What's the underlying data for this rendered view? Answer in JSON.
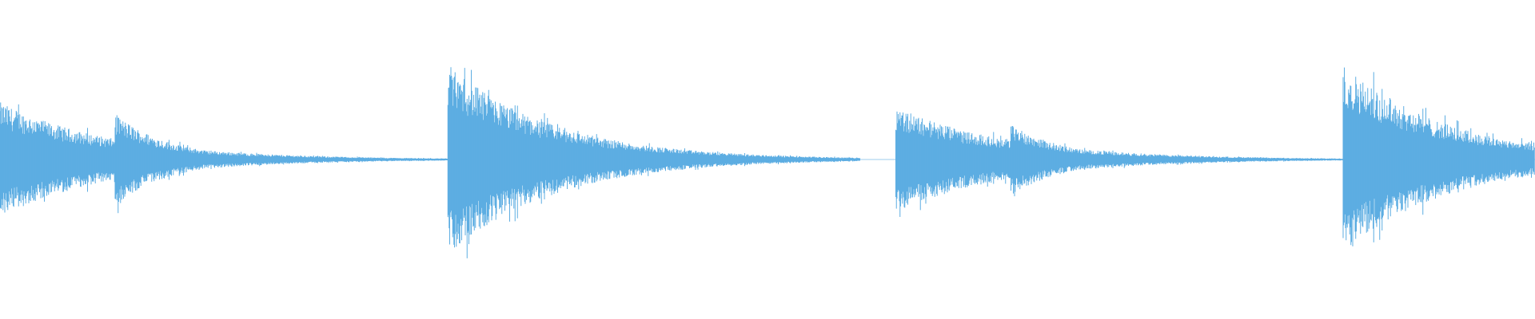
{
  "waveform": {
    "color": "#5DADE2",
    "background": "#FFFFFF",
    "duration_s": 24,
    "amplitude_range": [
      -1,
      1
    ],
    "onsets": [
      {
        "time_s": 0.0,
        "peak": 0.45,
        "decay_s": 7.0,
        "density": 1.0
      },
      {
        "time_s": 1.8,
        "peak": 0.36,
        "decay_s": 3.5,
        "density": 1.0
      },
      {
        "time_s": 7.0,
        "peak": 0.75,
        "decay_s": 6.5,
        "density": 1.0
      },
      {
        "time_s": 8.8,
        "peak": 0.26,
        "decay_s": 3.0,
        "density": 1.0
      },
      {
        "time_s": 14.0,
        "peak": 0.42,
        "decay_s": 7.0,
        "density": 1.0
      },
      {
        "time_s": 15.8,
        "peak": 0.28,
        "decay_s": 3.5,
        "density": 1.0
      },
      {
        "time_s": 21.0,
        "peak": 0.75,
        "decay_s": 6.5,
        "density": 1.0
      },
      {
        "time_s": 22.8,
        "peak": 0.26,
        "decay_s": 3.0,
        "density": 1.0
      }
    ],
    "silent_gaps": [
      {
        "start_s": 13.45,
        "end_s": 14.0
      }
    ]
  }
}
